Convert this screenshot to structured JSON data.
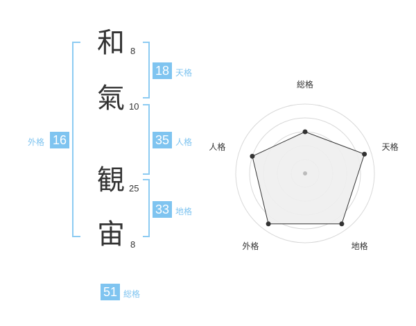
{
  "name": {
    "chars": [
      {
        "char": "和",
        "strokes": "8"
      },
      {
        "char": "氣",
        "strokes": "10"
      },
      {
        "char": "観",
        "strokes": "25"
      },
      {
        "char": "宙",
        "strokes": "8"
      }
    ]
  },
  "kakusu": {
    "tenkaku": {
      "value": "18",
      "label": "天格"
    },
    "jinkaku": {
      "value": "35",
      "label": "人格"
    },
    "chikaku": {
      "value": "33",
      "label": "地格"
    },
    "gaikaku": {
      "value": "16",
      "label": "外格"
    },
    "soukaku": {
      "value": "51",
      "label": "総格"
    }
  },
  "colors": {
    "accent": "#7fc4f0",
    "bracket": "#8ccbf2",
    "text": "#333333"
  },
  "chart_data": {
    "type": "radar",
    "axes": [
      "総格",
      "天格",
      "地格",
      "外格",
      "人格"
    ],
    "levels": 5,
    "values": [
      3,
      4.5,
      4.5,
      4.5,
      4
    ]
  }
}
